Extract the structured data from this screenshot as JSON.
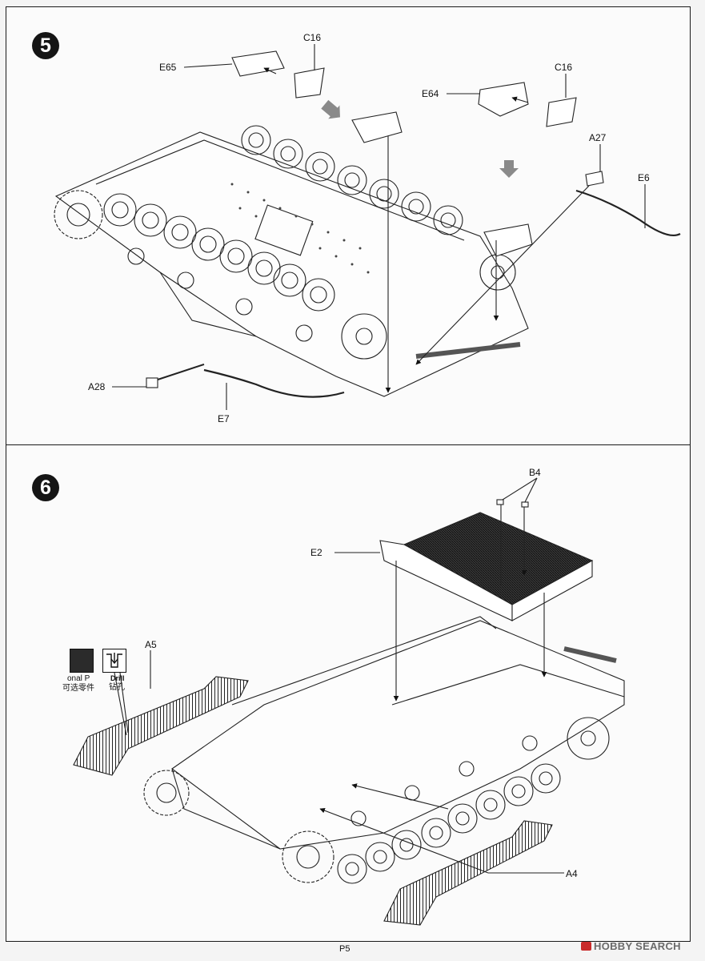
{
  "steps": [
    {
      "number": "5",
      "callouts": [
        "C16",
        "E65",
        "C16",
        "E64",
        "A27",
        "E6",
        "A28",
        "E7"
      ]
    },
    {
      "number": "6",
      "callouts": [
        "B4",
        "E2",
        "A5",
        "A4"
      ]
    }
  ],
  "legend": {
    "optional_en": "onal P",
    "optional_cn": "可选零件",
    "drill_en": "Drill",
    "drill_cn": "钻孔"
  },
  "page_number": "P5",
  "watermark": "HOBBY SEARCH",
  "colors": {
    "ink": "#111111",
    "shading": "#2b2b2b",
    "paper": "#fbfbfb",
    "arrow": "#8a8a8a"
  }
}
